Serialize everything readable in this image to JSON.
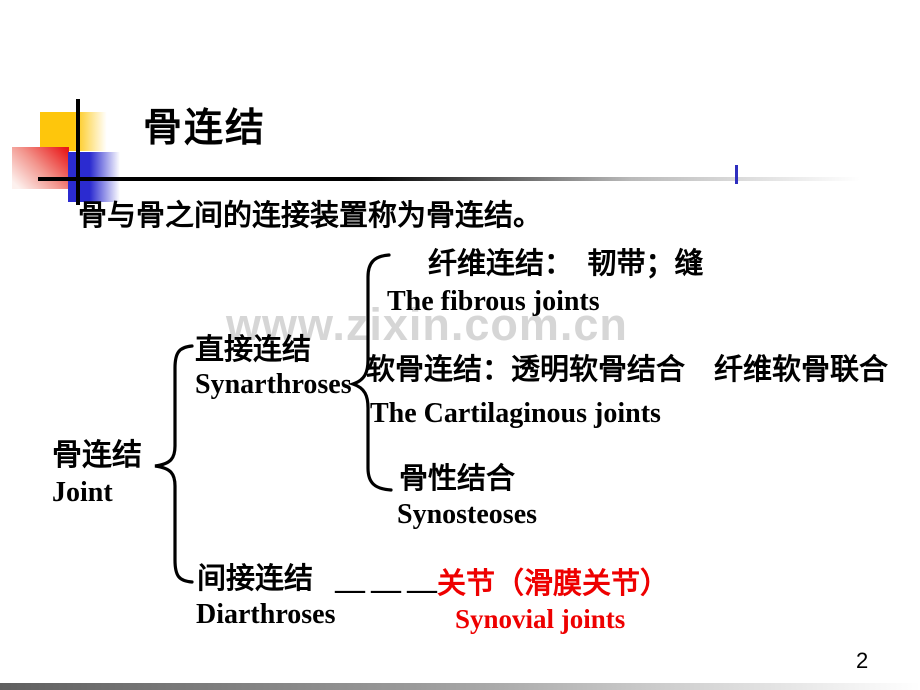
{
  "slide": {
    "title": "骨连结",
    "intro": "骨与骨之间的连接装置称为骨连结。",
    "watermark": "www.zixin.com.cn",
    "page_number": "2",
    "colors": {
      "accent_yellow": "#FEC60C",
      "accent_red": "#E91717",
      "accent_blue": "#2B2BD0",
      "highlight_red": "#EE0000",
      "watermark_gray": "#D6D6D6",
      "text_black": "#000000"
    }
  },
  "tree": {
    "root": {
      "zh": "骨连结",
      "en": "Joint"
    },
    "direct": {
      "zh": "直接连结",
      "en": "Synarthroses"
    },
    "direct_children": [
      {
        "zh": "纤维连结：　韧带；缝",
        "en": "The fibrous joints"
      },
      {
        "zh": "软骨连结：透明软骨结合　纤维软骨联合",
        "en": "The Cartilaginous joints"
      },
      {
        "zh": "骨性结合",
        "en": "Synosteoses"
      }
    ],
    "indirect": {
      "zh": "间接连结",
      "en": "Diarthroses"
    },
    "link_dashes": "———",
    "indirect_result": {
      "zh": "关节（滑膜关节）",
      "en": "Synovial joints"
    }
  }
}
